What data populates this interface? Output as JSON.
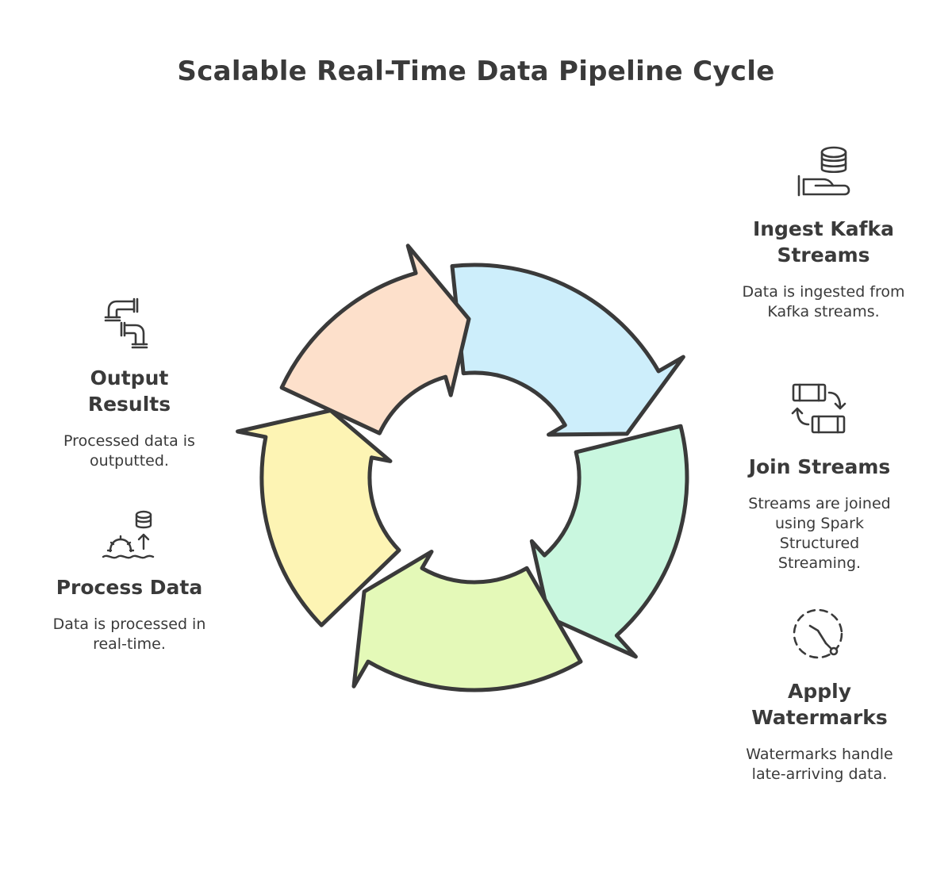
{
  "title": "Scalable Real-Time Data Pipeline Cycle",
  "steps": [
    {
      "heading": "Ingest Kafka Streams",
      "description": "Data is ingested from Kafka streams.",
      "icon": "database-hand-icon",
      "color": "#cdeefb"
    },
    {
      "heading": "Join Streams",
      "description": "Streams are joined using Spark Structured Streaming.",
      "icon": "swap-streams-icon",
      "color": "#c9f7df"
    },
    {
      "heading": "Apply Watermarks",
      "description": "Watermarks handle late-arriving data.",
      "icon": "timer-icon",
      "color": "#e4f9b8"
    },
    {
      "heading": "Process Data",
      "description": "Data is processed in real-time.",
      "icon": "gear-database-icon",
      "color": "#fdf4b4"
    },
    {
      "heading": "Output Results",
      "description": "Processed data is outputted.",
      "icon": "pipes-icon",
      "color": "#fde0cb"
    }
  ],
  "colors": {
    "outline": "#3a3a3a",
    "background": "#ffffff"
  }
}
